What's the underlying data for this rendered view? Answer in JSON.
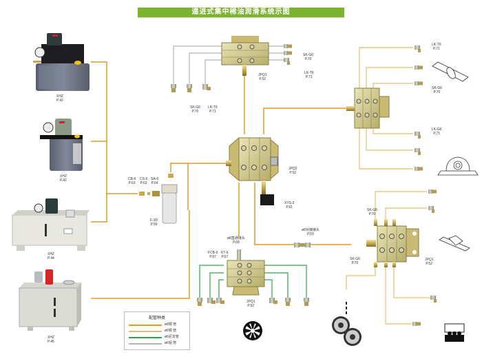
{
  "title": "递进式集中稀油润滑系统示图",
  "colors": {
    "banner": "#7db42f",
    "copper_8": "#e09a28",
    "copper_6": "#e6bd6e",
    "nylon_6": "#2aa84a",
    "aluminum_6": "#b4b4b4"
  },
  "pumps": [
    {
      "model": "XHZ",
      "page": "P.42",
      "type": "transparent-tank-pump-large"
    },
    {
      "model": "XHZ",
      "page": "P.42",
      "type": "transparent-tank-pump-small"
    },
    {
      "model": "XHZ",
      "page": "P.44",
      "type": "steel-tank-pump-unit"
    },
    {
      "model": "XHZ",
      "page": "P.46",
      "type": "large-steel-tank-pump-station"
    }
  ],
  "fittings": {
    "cb6": {
      "model": "CB-6",
      "page": "P.63"
    },
    "cs6": {
      "model": "CS-6",
      "page": "P.63"
    },
    "sa6": {
      "model": "SA-6",
      "page": "P.64"
    },
    "filter": {
      "model": "F-3D",
      "page": "P.59"
    },
    "jpq1_top": {
      "model": "JPQ1",
      "page": "P.52"
    },
    "jpq2_center": {
      "model": "JPQ2",
      "page": "P.52"
    },
    "xys2": {
      "model": "XYS-2",
      "page": "P.61"
    },
    "sk_g6_top_right": {
      "model": "SK-G6",
      "page": "P.70"
    },
    "lk_t6_top_right": {
      "model": "LK-T6",
      "page": "P.71"
    },
    "sk_g6_top_left": {
      "model": "SK-G6",
      "page": "P.70"
    },
    "lk_t6_top_left": {
      "model": "LK-T6",
      "page": "P.71"
    },
    "lk_t6_right": {
      "model": "LK-T6",
      "page": "P.71"
    },
    "sk_g6_right": {
      "model": "SK-G6",
      "page": "P.70"
    },
    "lk_g6_right": {
      "model": "LK-G6",
      "page": "P.71"
    },
    "butt_joint": {
      "model": "ø8对接接头",
      "page": "P.69"
    },
    "sk_g6_lower_top": {
      "model": "SK-G6",
      "page": "P.70"
    },
    "sk_g6_lower_left": {
      "model": "SK-G6",
      "page": "P.70"
    },
    "jpq1_lower_right": {
      "model": "JPQ1",
      "page": "P.52"
    },
    "straight_joint": {
      "model": "ø8直通接头",
      "page": "P.68"
    },
    "fcb6": {
      "model": "FCB-6",
      "page": "P.67"
    },
    "kt6": {
      "model": "KT-6",
      "page": "P.67"
    },
    "jpq1_bottom": {
      "model": "JPQ1",
      "page": "P.52"
    }
  },
  "legend": {
    "title": "配管种类",
    "items": [
      {
        "label": "ø8铜 管",
        "color": "#e09a28"
      },
      {
        "label": "ø6铜 管",
        "color": "#e6bd6e"
      },
      {
        "label": "ø6尼龙管",
        "color": "#2aa84a"
      },
      {
        "label": "ø6铝 管",
        "color": "#b4b4b4"
      }
    ]
  },
  "lubrication_points": [
    {
      "name": "shaft",
      "icon": "shaft-icon"
    },
    {
      "name": "pillow-block-bearing",
      "icon": "bearing-icon"
    },
    {
      "name": "slide-guide",
      "icon": "guide-icon"
    },
    {
      "name": "gears",
      "icon": "gear-pair-icon"
    },
    {
      "name": "roller-bearing",
      "icon": "roller-bearing-icon"
    },
    {
      "name": "linear-guide",
      "icon": "linear-guide-icon"
    }
  ]
}
